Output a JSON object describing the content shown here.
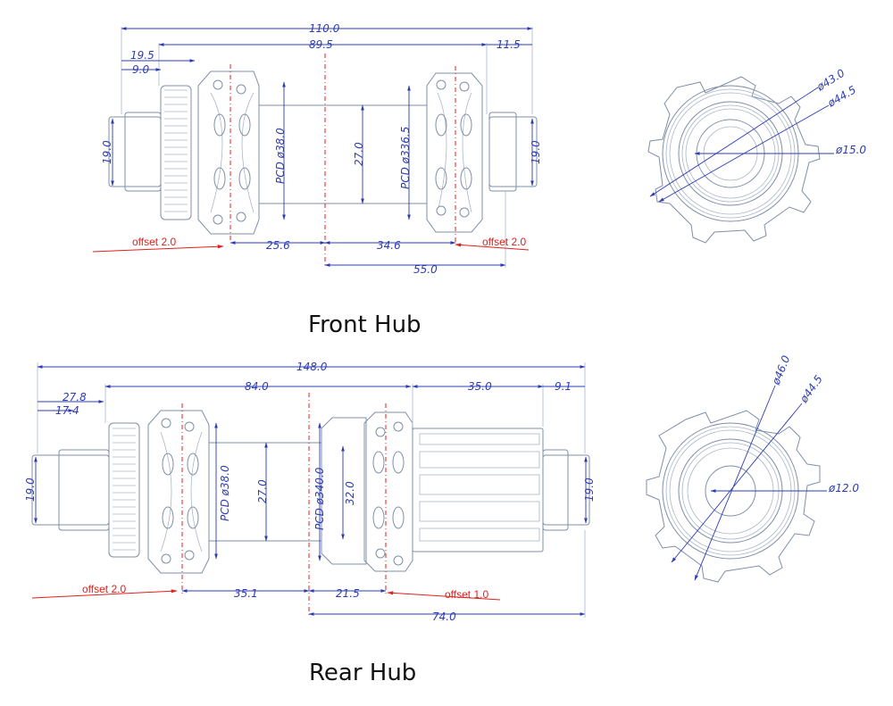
{
  "front_hub": {
    "title": "Front Hub",
    "dims": {
      "overall": "110.0",
      "flange_span": "89.5",
      "right_end": "11.5",
      "left_a": "19.5",
      "left_b": "9.0",
      "axle_left": "19.0",
      "axle_right": "19.0",
      "pcd_left": "PCD ø38.0",
      "pcd_right": "PCD ø336.5",
      "shell": "27.0",
      "left_center": "25.6",
      "right_center": "34.6",
      "center_to_end": "55.0"
    },
    "offset_left": "offset 2.0",
    "offset_right": "offset 2.0",
    "end_view": {
      "d1": "ø43.0",
      "d2": "ø44.5",
      "d3": "ø15.0"
    }
  },
  "rear_hub": {
    "title": "Rear Hub",
    "dims": {
      "overall": "148.0",
      "flange_span": "84.0",
      "freehub": "35.0",
      "right_end": "9.1",
      "left_a": "27.8",
      "left_b": "17.4",
      "axle_left": "19.0",
      "axle_right": "19.0",
      "pcd_left": "PCD ø38.0",
      "pcd_right": "PCD ø340.0",
      "shell": "27.0",
      "freehub_body": "32.0",
      "left_center": "35.1",
      "right_center": "21.5",
      "center_to_end": "74.0"
    },
    "offset_left": "offset 2.0",
    "offset_right": "offset 1.0",
    "end_view": {
      "d1": "ø46.0",
      "d2": "ø44.5",
      "d3": "ø12.0"
    }
  }
}
